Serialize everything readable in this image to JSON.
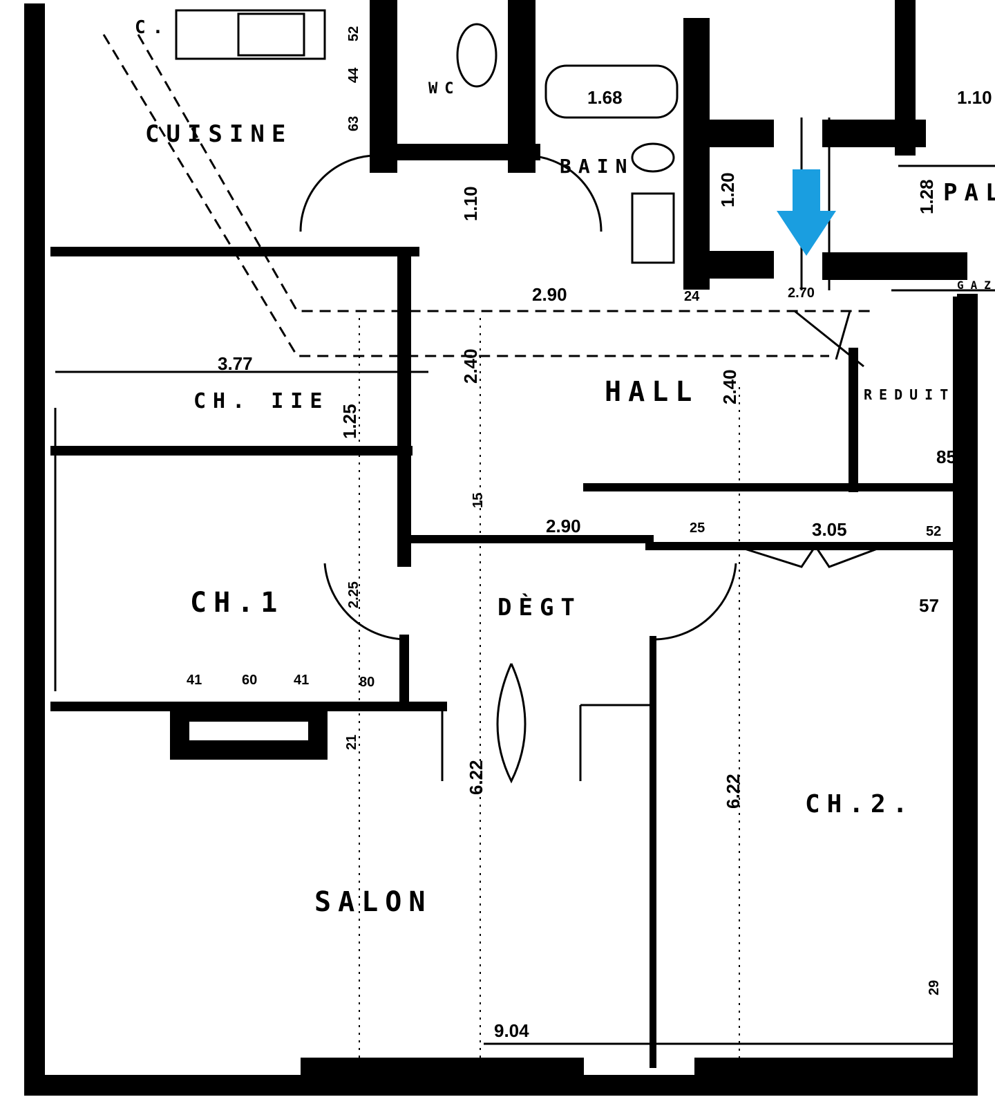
{
  "rooms": {
    "closet": "C.",
    "kitchen": "CUISINE",
    "wc": "WC",
    "bath": "BAIN",
    "landing": "PAL",
    "hall": "HALL",
    "bedroom_small": "CH. IIE",
    "bedroom1": "CH.1",
    "corridor": "DÈGT",
    "living": "SALON",
    "bedroom2": "CH.2.",
    "storage": "REDUIT",
    "gas": "GAZ"
  },
  "dimensions": {
    "d52_top": "52",
    "d44": "44",
    "d63": "63",
    "bath_length": "1.68",
    "d110_center": "1.10",
    "d120": "1.20",
    "d110_right": "1.10",
    "d128": "1.28",
    "d290_top": "2.90",
    "d270": "2.70",
    "d24": "24",
    "d377": "3.77",
    "d240_left": "2.40",
    "d240_right": "2.40",
    "d125": "1.25",
    "d15": "15",
    "d290_mid": "2.90",
    "d25": "25",
    "d305": "3.05",
    "d52_right": "52",
    "d85": "85",
    "d57": "57",
    "d225": "2.25",
    "d41a": "41",
    "d60": "60",
    "d41b": "41",
    "d80": "80",
    "d21": "21",
    "d622_left": "6.22",
    "d622_right": "6.22",
    "d904": "9.04",
    "d29": "29"
  },
  "marker": {
    "icon": "arrow-down-icon",
    "color": "#1a9ee0"
  },
  "colors": {
    "ink": "#000000",
    "paper": "#ffffff"
  }
}
